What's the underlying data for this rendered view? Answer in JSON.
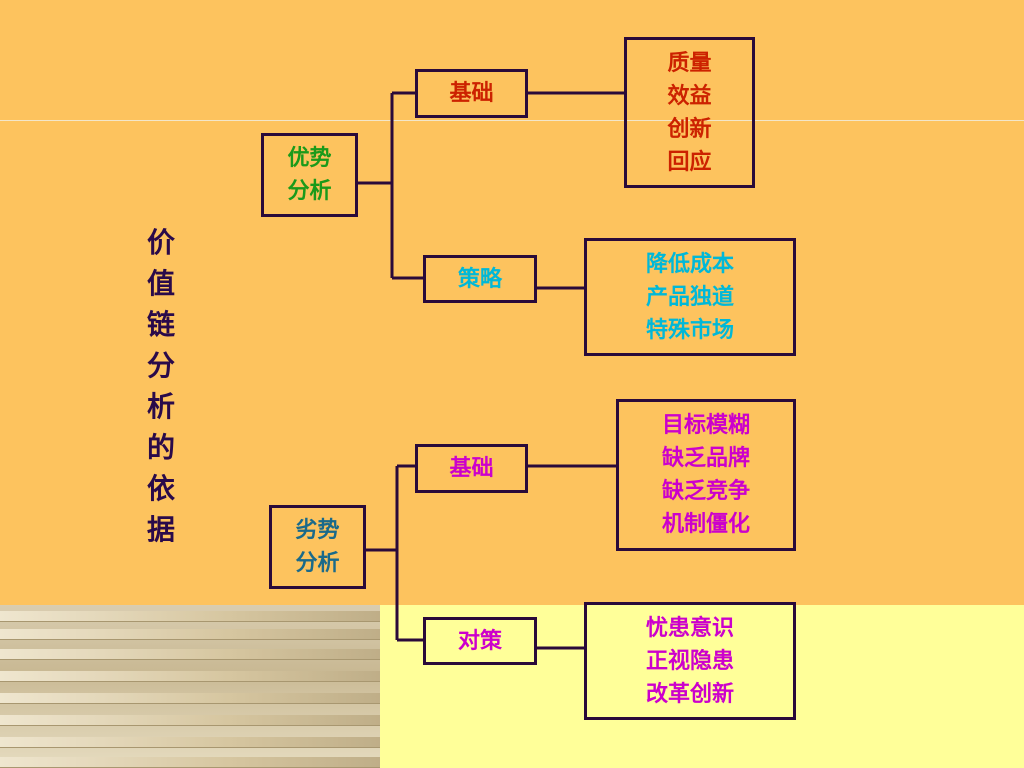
{
  "title": "价\n值\n链\n分\n析\n的\n依\n据",
  "advantage": {
    "label": "优势\n分析",
    "basis": {
      "label": "基础",
      "items": "质量\n效益\n创新\n回应"
    },
    "strategy": {
      "label": "策略",
      "items": "降低成本\n产品独道\n特殊市场"
    }
  },
  "disadvantage": {
    "label": "劣势\n分析",
    "basis": {
      "label": "基础",
      "items": "目标模糊\n缺乏品牌\n缺乏竞争\n机制僵化"
    },
    "countermeasure": {
      "label": "对策",
      "items": "忧患意识\n正视隐患\n改革创新"
    }
  },
  "colors": {
    "background_top": "#FDC35E",
    "background_bottom": "#FFFF99",
    "border": "#2a0a3a",
    "title": "#2a0a4a",
    "advantage_label": "#1a9a1a",
    "advantage_basis": "#cc2200",
    "advantage_strategy": "#00b8d8",
    "disadvantage_label": "#1a6a8a",
    "disadvantage_basis": "#cc00cc",
    "disadvantage_countermeasure": "#cc00cc"
  }
}
